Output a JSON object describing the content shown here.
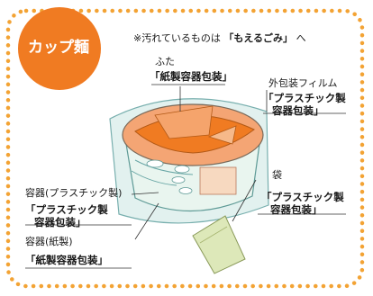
{
  "colors": {
    "accent": "#f07b22",
    "dots": "#f3a334",
    "background": "#ffffff"
  },
  "title_badge": "カップ麺",
  "note": {
    "prefix": "※汚れているものは",
    "emphasis": "「もえるごみ」",
    "suffix": "へ"
  },
  "labels": {
    "lid": {
      "name": "ふた",
      "category": "「紙製容器包装」"
    },
    "outer_film": {
      "name": "外包装フィルム",
      "category_line1": "「プラスチック製",
      "category_line2": "容器包装」"
    },
    "bag": {
      "name": "袋",
      "category_line1": "「プラスチック製",
      "category_line2": "容器包装」"
    },
    "plastic_container": {
      "name": "容器(プラスチック製)",
      "category_line1": "「プラスチック製",
      "category_line2": "容器包装」"
    },
    "paper_container": {
      "name": "容器(紙製)",
      "category": "「紙製容器包装」"
    }
  }
}
